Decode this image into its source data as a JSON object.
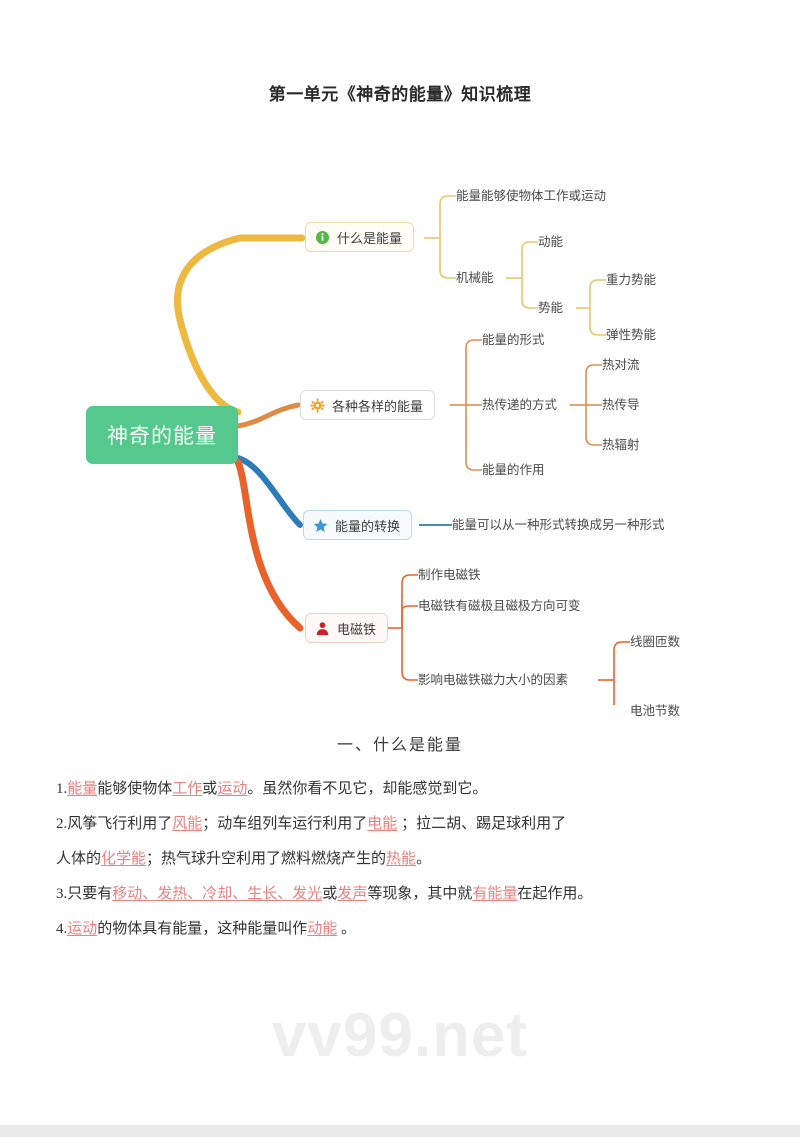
{
  "document": {
    "title": "第一单元《神奇的能量》知识梳理",
    "watermark": "vv99.net"
  },
  "mindmap": {
    "root": {
      "label": "神奇的能量",
      "color": "#55c98d"
    },
    "branches": [
      {
        "label": "什么是能量",
        "icon": "info-circle-icon",
        "color": "#edb940",
        "children": [
          {
            "label": "能量能够使物体工作或运动"
          },
          {
            "label": "机械能",
            "children": [
              {
                "label": "动能"
              },
              {
                "label": "势能",
                "children": [
                  {
                    "label": "重力势能"
                  },
                  {
                    "label": "弹性势能"
                  }
                ]
              }
            ]
          }
        ]
      },
      {
        "label": "各种各样的能量",
        "icon": "gear-icon",
        "color": "#e08b43",
        "children": [
          {
            "label": "能量的形式"
          },
          {
            "label": "热传递的方式",
            "children": [
              {
                "label": "热对流"
              },
              {
                "label": "热传导"
              },
              {
                "label": "热辐射"
              }
            ]
          },
          {
            "label": "能量的作用"
          }
        ]
      },
      {
        "label": "能量的转换",
        "icon": "star-icon",
        "color": "#2b7cb8",
        "children": [
          {
            "label": "能量可以从一种形式转换成另一种形式"
          }
        ]
      },
      {
        "label": "电磁铁",
        "icon": "person-icon",
        "color": "#e8622c",
        "children": [
          {
            "label": "制作电磁铁"
          },
          {
            "label": "电磁铁有磁极且磁极方向可变"
          },
          {
            "label": "影响电磁铁磁力大小的因素",
            "children": [
              {
                "label": "线圈匝数"
              },
              {
                "label": "电池节数"
              }
            ]
          }
        ]
      }
    ]
  },
  "section": {
    "heading": "一、什么是能量",
    "keyword_color": "#e8837f",
    "lines": [
      {
        "number": "1.",
        "segments": [
          {
            "text": "能量",
            "highlight": true
          },
          {
            "text": "能够使物体",
            "highlight": false
          },
          {
            "text": "工作",
            "highlight": true
          },
          {
            "text": "或",
            "highlight": false
          },
          {
            "text": "运动",
            "highlight": true
          },
          {
            "text": "。虽然你看不见它，却能感觉到它。",
            "highlight": false
          }
        ]
      },
      {
        "number": "2.",
        "segments": [
          {
            "text": "风筝飞行利用了",
            "highlight": false
          },
          {
            "text": "风能",
            "highlight": true
          },
          {
            "text": "；动车组列车运行利用了",
            "highlight": false
          },
          {
            "text": "电能",
            "highlight": true
          },
          {
            "text": " ；拉二胡、踢足球利用了",
            "highlight": false
          }
        ]
      },
      {
        "number": "",
        "segments": [
          {
            "text": "人体的",
            "highlight": false
          },
          {
            "text": "化学能",
            "highlight": true
          },
          {
            "text": "；热气球升空利用了燃料燃烧产生的",
            "highlight": false
          },
          {
            "text": "热能",
            "highlight": true
          },
          {
            "text": "。",
            "highlight": false
          }
        ]
      },
      {
        "number": "3.",
        "segments": [
          {
            "text": "只要有",
            "highlight": false
          },
          {
            "text": "移动、发热、冷却、生长、发光",
            "highlight": true
          },
          {
            "text": "或",
            "highlight": false
          },
          {
            "text": "发声",
            "highlight": true
          },
          {
            "text": "等现象，其中就",
            "highlight": false
          },
          {
            "text": "有能量",
            "highlight": true
          },
          {
            "text": "在起作用。",
            "highlight": false
          }
        ]
      },
      {
        "number": "4.",
        "segments": [
          {
            "text": "运动",
            "highlight": true
          },
          {
            "text": "的物体具有能量，这种能量叫作",
            "highlight": false
          },
          {
            "text": "动能",
            "highlight": true
          },
          {
            "text": " 。",
            "highlight": false
          }
        ]
      }
    ]
  }
}
